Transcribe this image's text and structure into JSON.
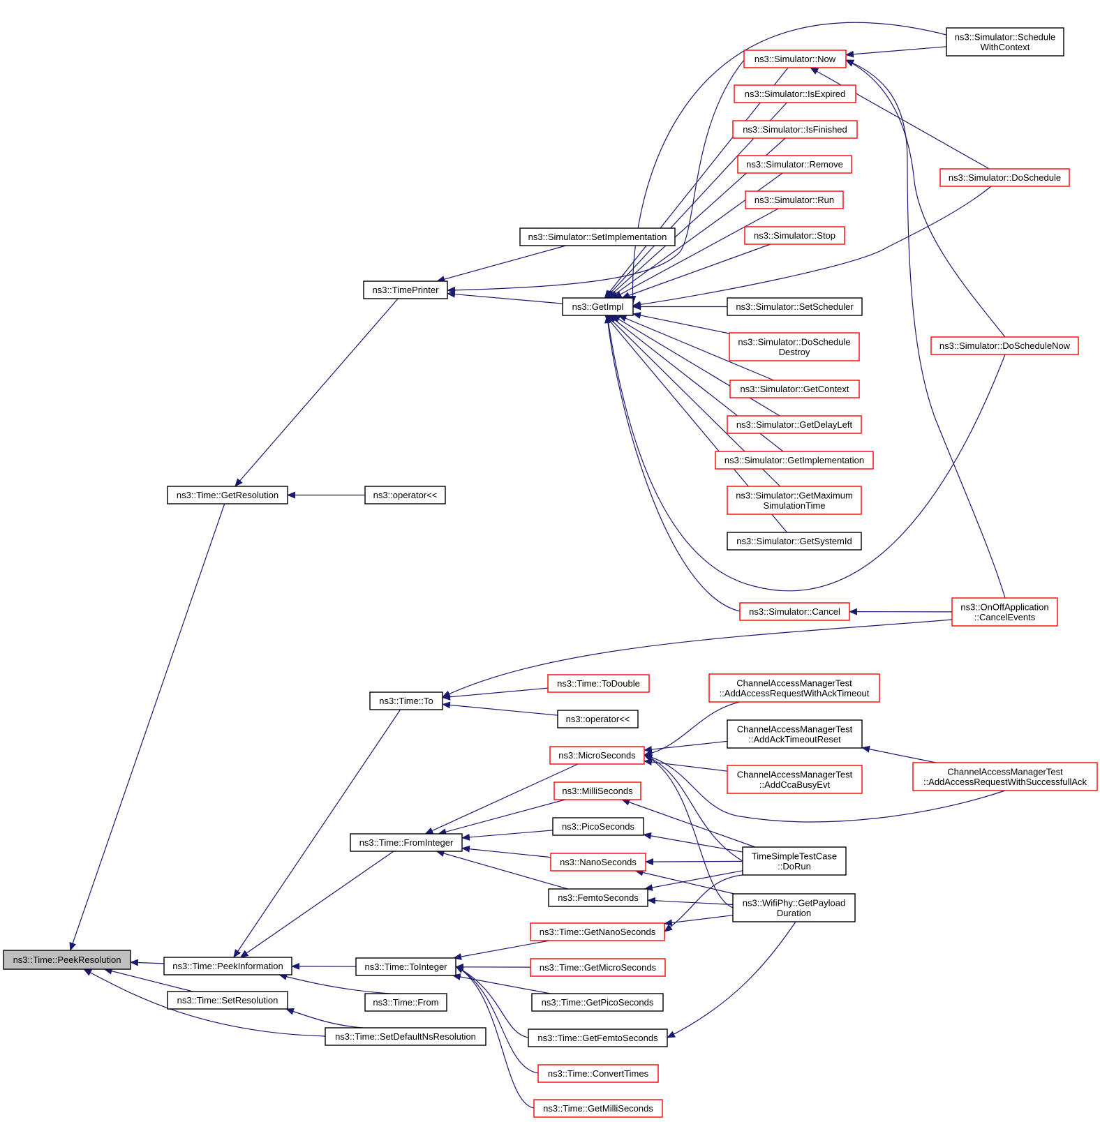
{
  "diagram": {
    "colors": {
      "edge": "#191970",
      "normal_border": "#000000",
      "link_border": "#ff0000",
      "root_fill": "#bfbfbf"
    },
    "nodes": {
      "peek_resolution": {
        "lines": [
          "ns3::Time::PeekResolution"
        ],
        "style": "root"
      },
      "get_resolution": {
        "lines": [
          "ns3::Time::GetResolution"
        ],
        "style": "black"
      },
      "peek_information": {
        "lines": [
          "ns3::Time::PeekInformation"
        ],
        "style": "black"
      },
      "set_resolution": {
        "lines": [
          "ns3::Time::SetResolution"
        ],
        "style": "black"
      },
      "set_default_ns_resolution": {
        "lines": [
          "ns3::Time::SetDefaultNsResolution"
        ],
        "style": "black"
      },
      "time_printer": {
        "lines": [
          "ns3::TimePrinter"
        ],
        "style": "black"
      },
      "operator_ll_1": {
        "lines": [
          "ns3::operator<<"
        ],
        "style": "black"
      },
      "set_implementation": {
        "lines": [
          "ns3::Simulator::SetImplementation"
        ],
        "style": "black"
      },
      "get_impl": {
        "lines": [
          "ns3::GetImpl"
        ],
        "style": "black"
      },
      "sim_now": {
        "lines": [
          "ns3::Simulator::Now"
        ],
        "style": "red"
      },
      "sim_is_expired": {
        "lines": [
          "ns3::Simulator::IsExpired"
        ],
        "style": "red"
      },
      "sim_is_finished": {
        "lines": [
          "ns3::Simulator::IsFinished"
        ],
        "style": "red"
      },
      "sim_remove": {
        "lines": [
          "ns3::Simulator::Remove"
        ],
        "style": "red"
      },
      "sim_run": {
        "lines": [
          "ns3::Simulator::Run"
        ],
        "style": "red"
      },
      "sim_stop": {
        "lines": [
          "ns3::Simulator::Stop"
        ],
        "style": "red"
      },
      "sim_set_scheduler": {
        "lines": [
          "ns3::Simulator::SetScheduler"
        ],
        "style": "black"
      },
      "sim_do_schedule_destroy": {
        "lines": [
          "ns3::Simulator::DoSchedule",
          "Destroy"
        ],
        "style": "red"
      },
      "sim_get_context": {
        "lines": [
          "ns3::Simulator::GetContext"
        ],
        "style": "red"
      },
      "sim_get_delay_left": {
        "lines": [
          "ns3::Simulator::GetDelayLeft"
        ],
        "style": "red"
      },
      "sim_get_implementation": {
        "lines": [
          "ns3::Simulator::GetImplementation"
        ],
        "style": "red"
      },
      "sim_get_maximum_simulation_time": {
        "lines": [
          "ns3::Simulator::GetMaximum",
          "SimulationTime"
        ],
        "style": "red"
      },
      "sim_get_system_id": {
        "lines": [
          "ns3::Simulator::GetSystemId"
        ],
        "style": "black"
      },
      "sim_cancel": {
        "lines": [
          "ns3::Simulator::Cancel"
        ],
        "style": "red"
      },
      "sim_schedule_with_context": {
        "lines": [
          "ns3::Simulator::Schedule",
          "WithContext"
        ],
        "style": "black"
      },
      "sim_do_schedule": {
        "lines": [
          "ns3::Simulator::DoSchedule"
        ],
        "style": "red"
      },
      "sim_do_schedule_now": {
        "lines": [
          "ns3::Simulator::DoScheduleNow"
        ],
        "style": "red"
      },
      "onoff_cancel_events": {
        "lines": [
          "ns3::OnOffApplication",
          "::CancelEvents"
        ],
        "style": "red"
      },
      "time_to": {
        "lines": [
          "ns3::Time::To"
        ],
        "style": "black"
      },
      "time_to_double": {
        "lines": [
          "ns3::Time::ToDouble"
        ],
        "style": "red"
      },
      "operator_ll_2": {
        "lines": [
          "ns3::operator<<"
        ],
        "style": "black"
      },
      "time_from_integer": {
        "lines": [
          "ns3::Time::FromInteger"
        ],
        "style": "black"
      },
      "micro_seconds": {
        "lines": [
          "ns3::MicroSeconds"
        ],
        "style": "red"
      },
      "milli_seconds": {
        "lines": [
          "ns3::MilliSeconds"
        ],
        "style": "red"
      },
      "pico_seconds": {
        "lines": [
          "ns3::PicoSeconds"
        ],
        "style": "black"
      },
      "nano_seconds": {
        "lines": [
          "ns3::NanoSeconds"
        ],
        "style": "red"
      },
      "femto_seconds": {
        "lines": [
          "ns3::FemtoSeconds"
        ],
        "style": "black"
      },
      "time_to_integer": {
        "lines": [
          "ns3::Time::ToInteger"
        ],
        "style": "black"
      },
      "time_from": {
        "lines": [
          "ns3::Time::From"
        ],
        "style": "black"
      },
      "get_nano_seconds": {
        "lines": [
          "ns3::Time::GetNanoSeconds"
        ],
        "style": "red"
      },
      "get_micro_seconds": {
        "lines": [
          "ns3::Time::GetMicroSeconds"
        ],
        "style": "red"
      },
      "get_pico_seconds": {
        "lines": [
          "ns3::Time::GetPicoSeconds"
        ],
        "style": "black"
      },
      "get_femto_seconds": {
        "lines": [
          "ns3::Time::GetFemtoSeconds"
        ],
        "style": "black"
      },
      "convert_times": {
        "lines": [
          "ns3::Time::ConvertTimes"
        ],
        "style": "red"
      },
      "get_milli_seconds": {
        "lines": [
          "ns3::Time::GetMilliSeconds"
        ],
        "style": "red"
      },
      "camt_add_access_request_ack_timeout": {
        "lines": [
          "ChannelAccessManagerTest",
          "::AddAccessRequestWithAckTimeout"
        ],
        "style": "red"
      },
      "camt_add_ack_timeout_reset": {
        "lines": [
          "ChannelAccessManagerTest",
          "::AddAckTimeoutReset"
        ],
        "style": "black"
      },
      "camt_add_cca_busy_evt": {
        "lines": [
          "ChannelAccessManagerTest",
          "::AddCcaBusyEvt"
        ],
        "style": "red"
      },
      "camt_add_access_request_successfull_ack": {
        "lines": [
          "ChannelAccessManagerTest",
          "::AddAccessRequestWithSuccessfullAck"
        ],
        "style": "red"
      },
      "time_simple_test_case_do_run": {
        "lines": [
          "TimeSimpleTestCase",
          "::DoRun"
        ],
        "style": "black"
      },
      "wifi_phy_get_payload_duration": {
        "lines": [
          "ns3::WifiPhy::GetPayload",
          "Duration"
        ],
        "style": "black"
      }
    },
    "edges": [
      [
        "peek_resolution",
        "get_resolution"
      ],
      [
        "peek_resolution",
        "peek_information"
      ],
      [
        "peek_resolution",
        "set_resolution"
      ],
      [
        "peek_resolution",
        "set_default_ns_resolution"
      ],
      [
        "get_resolution",
        "time_printer"
      ],
      [
        "get_resolution",
        "operator_ll_1"
      ],
      [
        "time_printer",
        "set_implementation"
      ],
      [
        "time_printer",
        "get_impl"
      ],
      [
        "time_printer",
        "sim_now"
      ],
      [
        "get_impl",
        "sim_now"
      ],
      [
        "get_impl",
        "sim_is_expired"
      ],
      [
        "get_impl",
        "sim_is_finished"
      ],
      [
        "get_impl",
        "sim_remove"
      ],
      [
        "get_impl",
        "sim_run"
      ],
      [
        "get_impl",
        "sim_stop"
      ],
      [
        "get_impl",
        "sim_set_scheduler"
      ],
      [
        "get_impl",
        "sim_do_schedule_destroy"
      ],
      [
        "get_impl",
        "sim_get_context"
      ],
      [
        "get_impl",
        "sim_get_delay_left"
      ],
      [
        "get_impl",
        "sim_get_implementation"
      ],
      [
        "get_impl",
        "sim_get_maximum_simulation_time"
      ],
      [
        "get_impl",
        "sim_get_system_id"
      ],
      [
        "get_impl",
        "sim_cancel"
      ],
      [
        "get_impl",
        "sim_schedule_with_context"
      ],
      [
        "get_impl",
        "sim_do_schedule"
      ],
      [
        "get_impl",
        "sim_do_schedule_now"
      ],
      [
        "sim_now",
        "sim_schedule_with_context"
      ],
      [
        "sim_now",
        "sim_do_schedule"
      ],
      [
        "sim_now",
        "sim_do_schedule_now"
      ],
      [
        "sim_now",
        "onoff_cancel_events"
      ],
      [
        "sim_cancel",
        "onoff_cancel_events"
      ],
      [
        "peek_information",
        "time_to"
      ],
      [
        "peek_information",
        "time_from_integer"
      ],
      [
        "peek_information",
        "time_to_integer"
      ],
      [
        "peek_information",
        "time_from"
      ],
      [
        "time_to",
        "time_to_double"
      ],
      [
        "time_to",
        "operator_ll_2"
      ],
      [
        "time_to",
        "onoff_cancel_events"
      ],
      [
        "time_from_integer",
        "micro_seconds"
      ],
      [
        "time_from_integer",
        "milli_seconds"
      ],
      [
        "time_from_integer",
        "pico_seconds"
      ],
      [
        "time_from_integer",
        "nano_seconds"
      ],
      [
        "time_from_integer",
        "femto_seconds"
      ],
      [
        "micro_seconds",
        "camt_add_access_request_ack_timeout"
      ],
      [
        "micro_seconds",
        "camt_add_ack_timeout_reset"
      ],
      [
        "micro_seconds",
        "camt_add_cca_busy_evt"
      ],
      [
        "micro_seconds",
        "camt_add_access_request_successfull_ack"
      ],
      [
        "micro_seconds",
        "time_simple_test_case_do_run"
      ],
      [
        "micro_seconds",
        "wifi_phy_get_payload_duration"
      ],
      [
        "camt_add_ack_timeout_reset",
        "camt_add_access_request_successfull_ack"
      ],
      [
        "milli_seconds",
        "time_simple_test_case_do_run"
      ],
      [
        "pico_seconds",
        "time_simple_test_case_do_run"
      ],
      [
        "nano_seconds",
        "time_simple_test_case_do_run"
      ],
      [
        "nano_seconds",
        "wifi_phy_get_payload_duration"
      ],
      [
        "femto_seconds",
        "time_simple_test_case_do_run"
      ],
      [
        "femto_seconds",
        "wifi_phy_get_payload_duration"
      ],
      [
        "time_to_integer",
        "get_nano_seconds"
      ],
      [
        "time_to_integer",
        "get_micro_seconds"
      ],
      [
        "time_to_integer",
        "get_pico_seconds"
      ],
      [
        "time_to_integer",
        "get_femto_seconds"
      ],
      [
        "time_to_integer",
        "convert_times"
      ],
      [
        "time_to_integer",
        "get_milli_seconds"
      ],
      [
        "get_nano_seconds",
        "time_simple_test_case_do_run"
      ],
      [
        "get_nano_seconds",
        "wifi_phy_get_payload_duration"
      ],
      [
        "get_femto_seconds",
        "wifi_phy_get_payload_duration"
      ],
      [
        "set_resolution",
        "set_default_ns_resolution"
      ]
    ]
  }
}
